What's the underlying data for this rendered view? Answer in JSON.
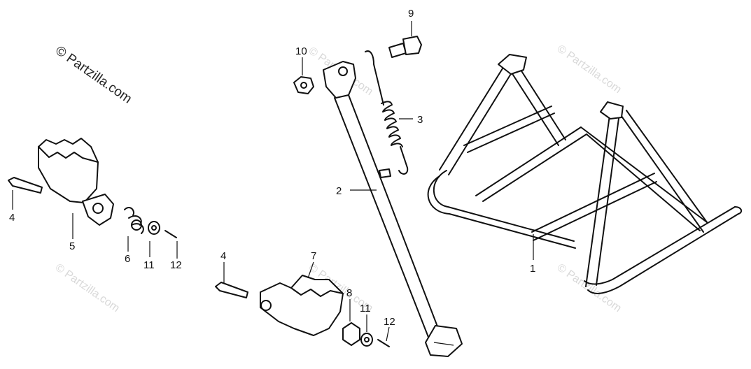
{
  "watermark": {
    "main": "© Partzilla.com",
    "faded": "© Partzilla.com"
  },
  "callouts": {
    "c1": "1",
    "c2": "2",
    "c3": "3",
    "c4a": "4",
    "c4b": "4",
    "c5": "5",
    "c6": "6",
    "c7": "7",
    "c8": "8",
    "c9": "9",
    "c10": "10",
    "c11a": "11",
    "c11b": "11",
    "c12a": "12",
    "c12b": "12"
  }
}
